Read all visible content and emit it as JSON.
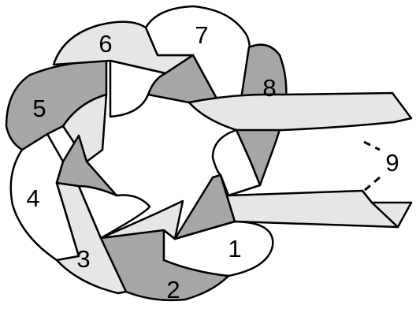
{
  "colors": {
    "white": "#ffffff",
    "light": "#e6e6e6",
    "dark": "#a6a6a6",
    "stroke": "#000000"
  },
  "labels": {
    "one": "1",
    "two": "2",
    "three": "3",
    "four": "4",
    "five": "5",
    "six": "6",
    "seven": "7",
    "eight": "8",
    "nine": "9"
  }
}
